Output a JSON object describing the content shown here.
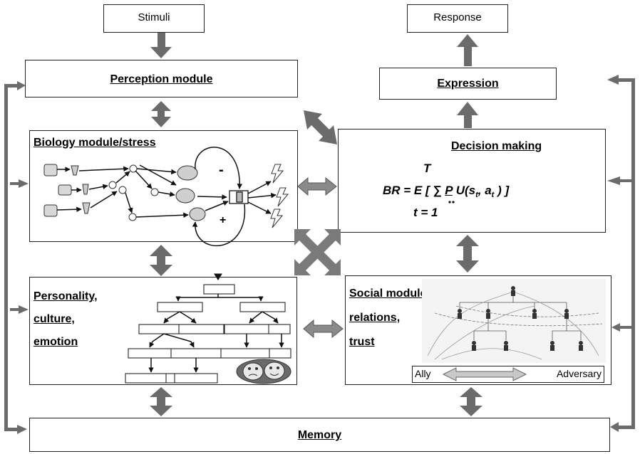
{
  "boxes": {
    "stimuli": "Stimuli",
    "response": "Response",
    "perception": "Perception module",
    "expression": "Expression",
    "biology": "Biology module/stress",
    "decision": "Decision making",
    "personality": [
      "Personality,",
      "culture,",
      "emotion"
    ],
    "social": [
      "Social module,",
      "relations,",
      "trust"
    ],
    "memory": "Memory"
  },
  "formula": {
    "top": "T",
    "left": "BR = E [ ∑",
    "p": "P",
    "u": "U(s",
    "sub1": "t",
    "mid": ", a",
    "sub2": "t",
    "end": ") ]",
    "bottom": "t = 1"
  },
  "biology_signs": {
    "minus": "-",
    "plus": "+"
  },
  "social_scale": {
    "left": "Ally",
    "right": "Adversary"
  },
  "colors": {
    "arrow": "#6b6b6b",
    "border": "#222222",
    "scale_arrow": "#bdbdbd"
  }
}
